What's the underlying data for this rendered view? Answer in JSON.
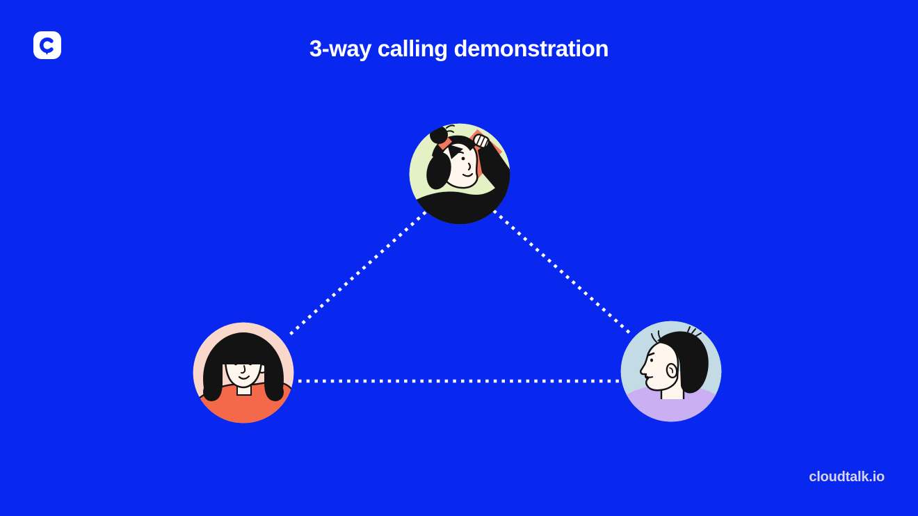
{
  "header": {
    "title": "3-way calling demonstration"
  },
  "footer": {
    "watermark": "cloudtalk.io"
  },
  "logo": {
    "brand": "cloudtalk",
    "icon": "cloudtalk-c-speech-bubble-icon"
  },
  "colors": {
    "background": "#0828F0",
    "title_text": "#FFFFFF",
    "watermark_text": "#D8D5F2",
    "connection_line": "#FFFFFF",
    "logo_tile": "#FFFFFF",
    "ink": "#131313",
    "skin": "#FFF7EE"
  },
  "diagram": {
    "type": "three-way-call-triangle",
    "participants": [
      {
        "id": "top",
        "avatar": "person-with-bun-holding-red-phone",
        "bg_color": "#E3F1C5",
        "accent_color": "#F0785F"
      },
      {
        "id": "bottom-left",
        "avatar": "woman-long-hair-coral-top",
        "bg_color": "#FAD7CB",
        "accent_color": "#F5694B"
      },
      {
        "id": "bottom-right",
        "avatar": "man-profile-lavender-shirt",
        "bg_color": "#C2DBE4",
        "accent_color": "#CAAFF2"
      }
    ],
    "connections": [
      {
        "from": "top",
        "to": "bottom-left",
        "style": "dotted"
      },
      {
        "from": "top",
        "to": "bottom-right",
        "style": "dotted"
      },
      {
        "from": "bottom-left",
        "to": "bottom-right",
        "style": "dotted"
      }
    ]
  }
}
